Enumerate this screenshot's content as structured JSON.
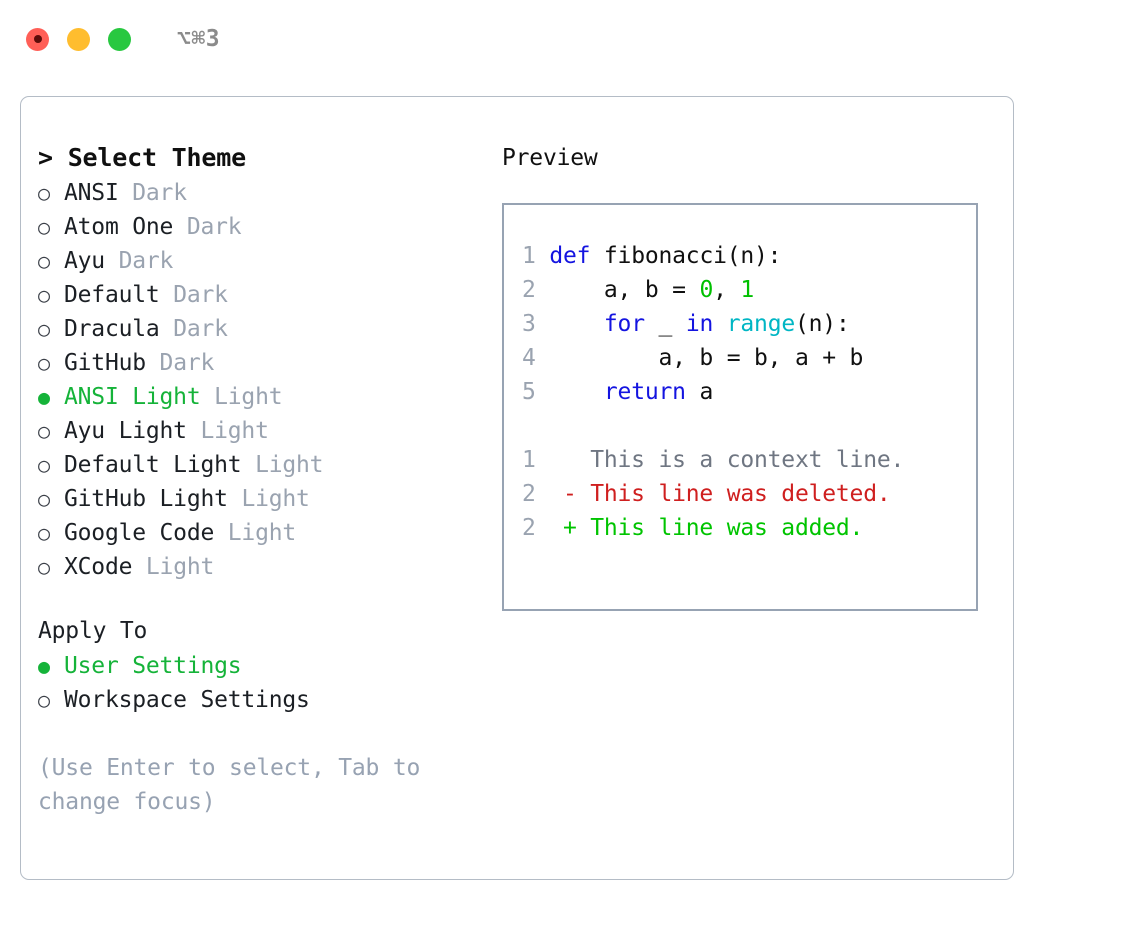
{
  "titlebar": {
    "shortcut": "⌥⌘3",
    "lights": [
      {
        "name": "close",
        "color": "#ff5f57"
      },
      {
        "name": "minimize",
        "color": "#ffbd2e"
      },
      {
        "name": "maximize",
        "color": "#28c840"
      }
    ]
  },
  "theme_list": {
    "header": "> Select Theme",
    "items": [
      {
        "bullet": "○",
        "label": "ANSI",
        "suffix": "Dark",
        "selected": false
      },
      {
        "bullet": "○",
        "label": "Atom One",
        "suffix": "Dark",
        "selected": false
      },
      {
        "bullet": "○",
        "label": "Ayu",
        "suffix": "Dark",
        "selected": false
      },
      {
        "bullet": "○",
        "label": "Default",
        "suffix": "Dark",
        "selected": false
      },
      {
        "bullet": "○",
        "label": "Dracula",
        "suffix": "Dark",
        "selected": false
      },
      {
        "bullet": "○",
        "label": "GitHub",
        "suffix": "Dark",
        "selected": false
      },
      {
        "bullet": "●",
        "label": "ANSI Light",
        "suffix": "Light",
        "selected": true
      },
      {
        "bullet": "○",
        "label": "Ayu Light",
        "suffix": "Light",
        "selected": false
      },
      {
        "bullet": "○",
        "label": "Default Light",
        "suffix": "Light",
        "selected": false
      },
      {
        "bullet": "○",
        "label": "GitHub Light",
        "suffix": "Light",
        "selected": false
      },
      {
        "bullet": "○",
        "label": "Google Code",
        "suffix": "Light",
        "selected": false
      },
      {
        "bullet": "○",
        "label": "XCode",
        "suffix": "Light",
        "selected": false
      }
    ]
  },
  "apply_to": {
    "header": "Apply To",
    "items": [
      {
        "bullet": "●",
        "label": "User Settings",
        "selected": true
      },
      {
        "bullet": "○",
        "label": "Workspace Settings",
        "selected": false
      }
    ]
  },
  "hint": "(Use Enter to select, Tab to change focus)",
  "preview": {
    "title": "Preview",
    "code": [
      {
        "no": "1",
        "tokens": [
          {
            "t": "def",
            "c": "kw"
          },
          {
            "t": " fibonacci(n):",
            "c": "txt"
          }
        ]
      },
      {
        "no": "2",
        "tokens": [
          {
            "t": "    a, b = ",
            "c": "txt"
          },
          {
            "t": "0",
            "c": "num"
          },
          {
            "t": ", ",
            "c": "txt"
          },
          {
            "t": "1",
            "c": "num"
          }
        ]
      },
      {
        "no": "3",
        "tokens": [
          {
            "t": "    ",
            "c": "txt"
          },
          {
            "t": "for",
            "c": "kw"
          },
          {
            "t": " _ ",
            "c": "txt"
          },
          {
            "t": "in",
            "c": "kw"
          },
          {
            "t": " ",
            "c": "txt"
          },
          {
            "t": "range",
            "c": "fn"
          },
          {
            "t": "(n):",
            "c": "txt"
          }
        ]
      },
      {
        "no": "4",
        "tokens": [
          {
            "t": "        a, b = b, a + b",
            "c": "txt"
          }
        ]
      },
      {
        "no": "5",
        "tokens": [
          {
            "t": "    ",
            "c": "txt"
          },
          {
            "t": "return",
            "c": "kw"
          },
          {
            "t": " a",
            "c": "txt"
          }
        ]
      }
    ],
    "diff": [
      {
        "no": "1",
        "marker": " ",
        "text": "This is a context line.",
        "kind": "ctx"
      },
      {
        "no": "2",
        "marker": "-",
        "text": "This line was deleted.",
        "kind": "del"
      },
      {
        "no": "2",
        "marker": "+",
        "text": "This line was added.",
        "kind": "add"
      }
    ]
  },
  "colors": {
    "accent_green": "#15b339",
    "muted_gray": "#9aa3b0",
    "keyword_blue": "#1414e0",
    "function_cyan": "#00b6c4",
    "number_green": "#00c000",
    "diff_delete_red": "#cf1f1f",
    "diff_add_green": "#00c400",
    "border": "#97a3b3"
  }
}
